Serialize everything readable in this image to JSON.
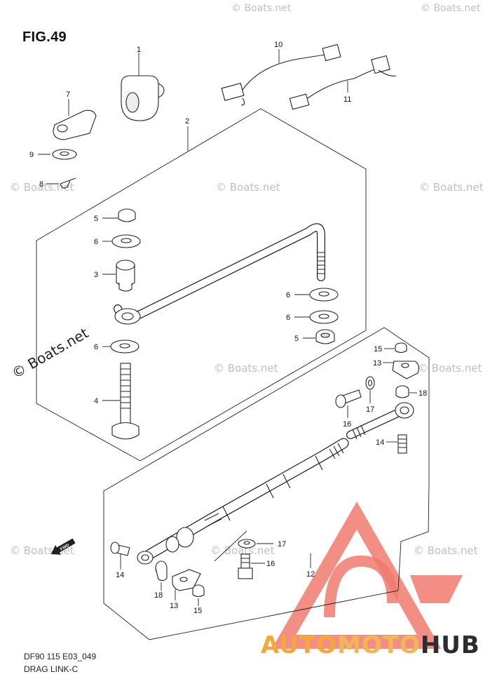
{
  "figure": {
    "title": "FIG.49",
    "diagram_id": "DF90 115 E03_049",
    "name": "DRAG LINK-C"
  },
  "watermark": {
    "text": "© Boats.net"
  },
  "direction_label": "FWD",
  "brand": {
    "auto": "AUTO",
    "moto": "MOTO",
    "hub": "HUB"
  },
  "callouts": {
    "n1": "1",
    "n2": "2",
    "n3": "3",
    "n4": "4",
    "n5a": "5",
    "n5b": "5",
    "n6a": "6",
    "n6b": "6",
    "n6c": "6",
    "n6d": "6",
    "n7": "7",
    "n8": "8",
    "n9": "9",
    "n10": "10",
    "n11": "11",
    "n12": "12",
    "n13a": "13",
    "n13b": "13",
    "n14a": "14",
    "n14b": "14",
    "n15a": "15",
    "n15b": "15",
    "n16a": "16",
    "n16b": "16",
    "n17a": "17",
    "n17b": "17",
    "n18a": "18",
    "n18b": "18"
  },
  "colors": {
    "logo_red": "#f07a6e",
    "logo_orange": "#f3a73c",
    "logo_dark": "#2b2d33",
    "watermark": "#bfbfbf"
  }
}
